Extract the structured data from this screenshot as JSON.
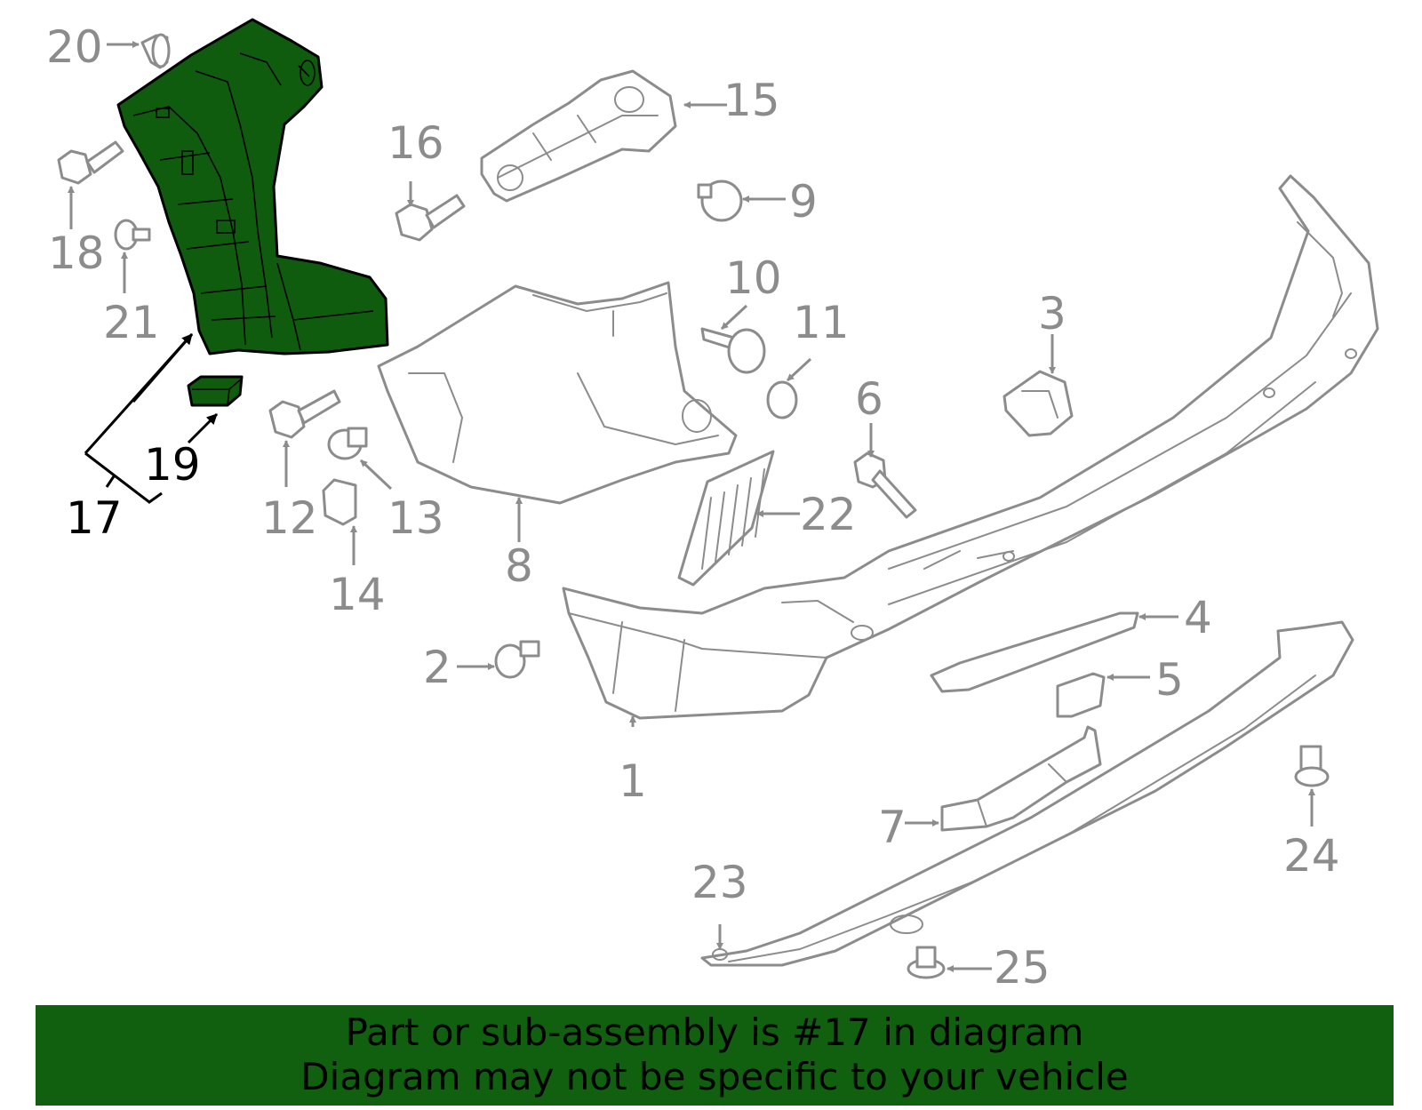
{
  "diagram": {
    "highlighted_part": "17",
    "highlight_color": "#106010",
    "callouts": [
      {
        "id": "c1",
        "label": "1"
      },
      {
        "id": "c2",
        "label": "2"
      },
      {
        "id": "c3",
        "label": "3"
      },
      {
        "id": "c4",
        "label": "4"
      },
      {
        "id": "c5",
        "label": "5"
      },
      {
        "id": "c6",
        "label": "6"
      },
      {
        "id": "c7",
        "label": "7"
      },
      {
        "id": "c8",
        "label": "8"
      },
      {
        "id": "c9",
        "label": "9"
      },
      {
        "id": "c10",
        "label": "10"
      },
      {
        "id": "c11",
        "label": "11"
      },
      {
        "id": "c12",
        "label": "12"
      },
      {
        "id": "c13",
        "label": "13"
      },
      {
        "id": "c14",
        "label": "14"
      },
      {
        "id": "c15",
        "label": "15"
      },
      {
        "id": "c16",
        "label": "16"
      },
      {
        "id": "c17",
        "label": "17"
      },
      {
        "id": "c18",
        "label": "18"
      },
      {
        "id": "c19",
        "label": "19"
      },
      {
        "id": "c20",
        "label": "20"
      },
      {
        "id": "c21",
        "label": "21"
      },
      {
        "id": "c22",
        "label": "22"
      },
      {
        "id": "c23",
        "label": "23"
      },
      {
        "id": "c24",
        "label": "24"
      },
      {
        "id": "c25",
        "label": "25"
      }
    ]
  },
  "banner": {
    "line1": "Part or sub-assembly is #17 in diagram",
    "line2": "Diagram may not be specific to your vehicle",
    "background": "#106010"
  }
}
